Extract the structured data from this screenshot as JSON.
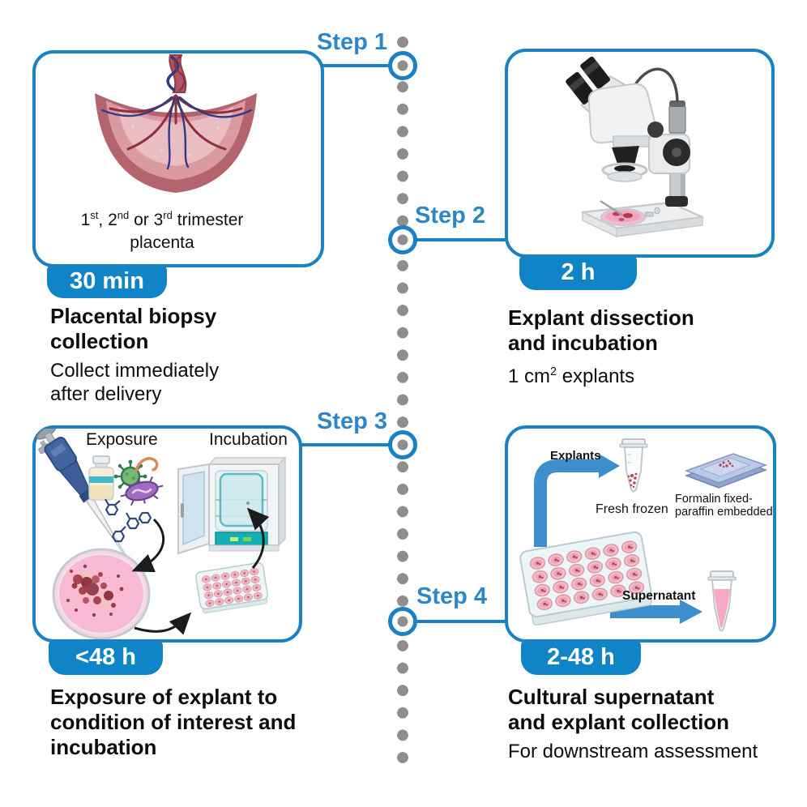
{
  "colors": {
    "accent_blue": "#1a81c5",
    "step_label_blue": "#2e86c8",
    "badge_blue": "#0f85c7",
    "timeline_dot_gray": "#8e8e8e",
    "blue_arrow": "#3d8ecd",
    "text_black": "#111111"
  },
  "steps": [
    {
      "label": "Step 1",
      "badge": "30 min",
      "title": [
        "Placental biopsy",
        "collection"
      ],
      "subtitle": [
        "Collect immediately",
        "after delivery"
      ]
    },
    {
      "label": "Step 2",
      "badge": "2 h",
      "title": [
        "Explant dissection",
        "and incubation"
      ],
      "subtitle_sup": {
        "pre": "1 cm",
        "sup": "2",
        "post": " explants"
      }
    },
    {
      "label": "Step 3",
      "badge": "<48 h",
      "title": [
        "Exposure of explant to",
        "condition of interest and",
        "incubation"
      ]
    },
    {
      "label": "Step 4",
      "badge": "2-48 h",
      "title": [
        "Cultural supernatant",
        "and explant collection"
      ],
      "subtitle": [
        "For downstream assessment"
      ]
    }
  ],
  "panel1_caption": {
    "n1": "1",
    "s1": "st",
    "c1": ", 2",
    "s2": "nd",
    "c2": " or 3",
    "s3": "rd",
    "c3": " trimester",
    "line2": "placenta"
  },
  "panel3_labels": {
    "exposure": "Exposure",
    "incubation": "Incubation"
  },
  "panel4_labels": {
    "explants": "Explants",
    "fresh_frozen": "Fresh frozen",
    "formalin1": "Formalin fixed-",
    "formalin2": "paraffin embedded",
    "supernatant": "Supernatant"
  }
}
